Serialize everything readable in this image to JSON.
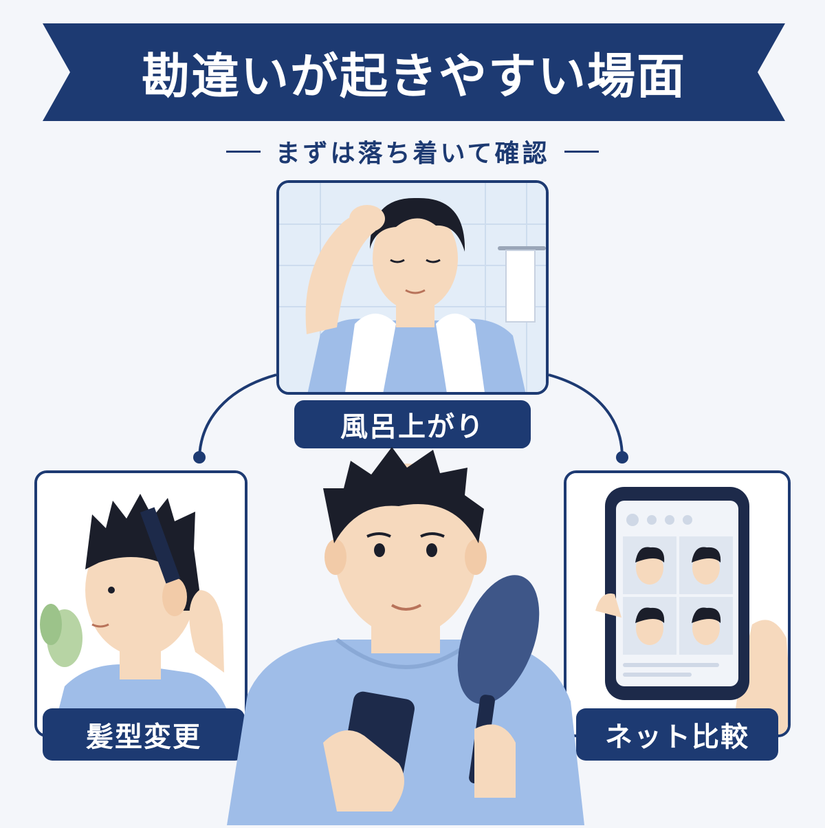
{
  "banner": {
    "title": "勘違いが起きやすい場面"
  },
  "subtitle": {
    "text": "まずは落ち着いて確認"
  },
  "scenes": {
    "bath": {
      "label": "風呂上がり"
    },
    "hairstyle": {
      "label": "髪型変更"
    },
    "online": {
      "label": "ネット比較"
    }
  },
  "colors": {
    "navy": "#1d3a72",
    "shirt": "#9fbde8",
    "skin": "#f6d9bd",
    "hair": "#1b1e2a",
    "background": "#f4f6fa"
  }
}
